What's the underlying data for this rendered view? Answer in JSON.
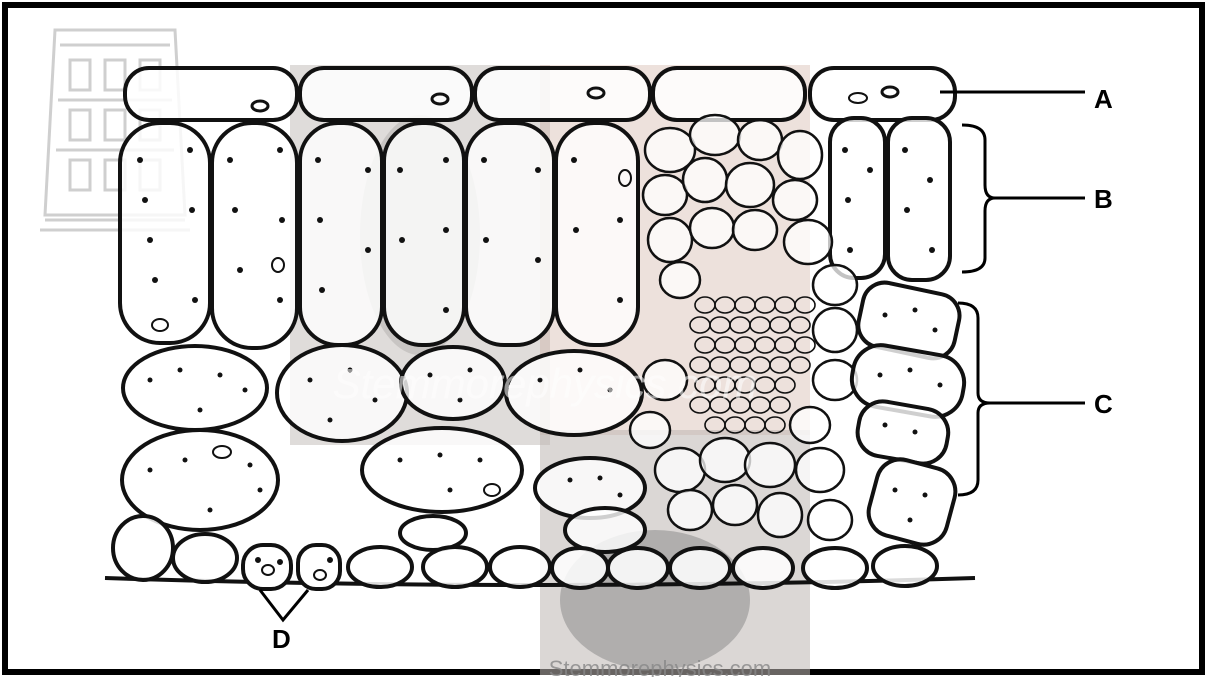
{
  "labels": {
    "a": "A",
    "b": "B",
    "c": "C",
    "d": "D"
  },
  "watermark": {
    "text": "Stemmorephysics.com",
    "text_bottom": "Stemmorephysics.com"
  },
  "colors": {
    "frame": "#000000",
    "outline": "#111111",
    "cell_fill": "#ffffff",
    "photo_tint": "#b9b2ad",
    "photo_warm": "#caa89a"
  }
}
